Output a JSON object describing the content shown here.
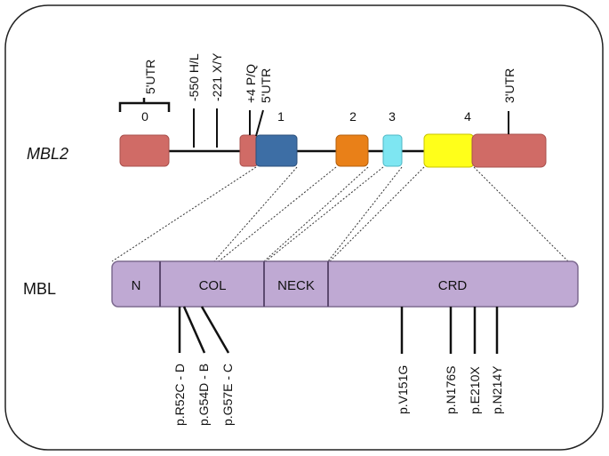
{
  "gene": {
    "name": "MBL2",
    "exons": [
      {
        "number": "0",
        "region_label": "5'UTR",
        "color": "#d06b66"
      },
      {
        "number": "1",
        "region_label": "5'UTR",
        "color": "#3d6ea5"
      },
      {
        "number": "2",
        "color": "#e98018"
      },
      {
        "number": "3",
        "color": "#7ee6f2"
      },
      {
        "number": "4",
        "color": "#ffff1a"
      }
    ],
    "utr_color": "#d06b66",
    "three_prime_utr_label": "3'UTR",
    "promoter_variants": [
      "-550 H/L",
      "-221 X/Y",
      "+4 P/Q"
    ]
  },
  "protein": {
    "name": "MBL",
    "color": "#bfa9d3",
    "domains": [
      {
        "id": "n",
        "label": "N"
      },
      {
        "id": "col",
        "label": "COL"
      },
      {
        "id": "neck",
        "label": "NECK"
      },
      {
        "id": "crd",
        "label": "CRD"
      }
    ],
    "variants": [
      {
        "id": "r52c",
        "label": "p.R52C - D"
      },
      {
        "id": "g54d",
        "label": "p.G54D - B"
      },
      {
        "id": "g57e",
        "label": "p.G57E - C"
      },
      {
        "id": "v151g",
        "label": "p.V151G"
      },
      {
        "id": "n176s",
        "label": "p.N176S"
      },
      {
        "id": "e210x",
        "label": "p.E210X"
      },
      {
        "id": "n214y",
        "label": "p.N214Y"
      }
    ]
  }
}
